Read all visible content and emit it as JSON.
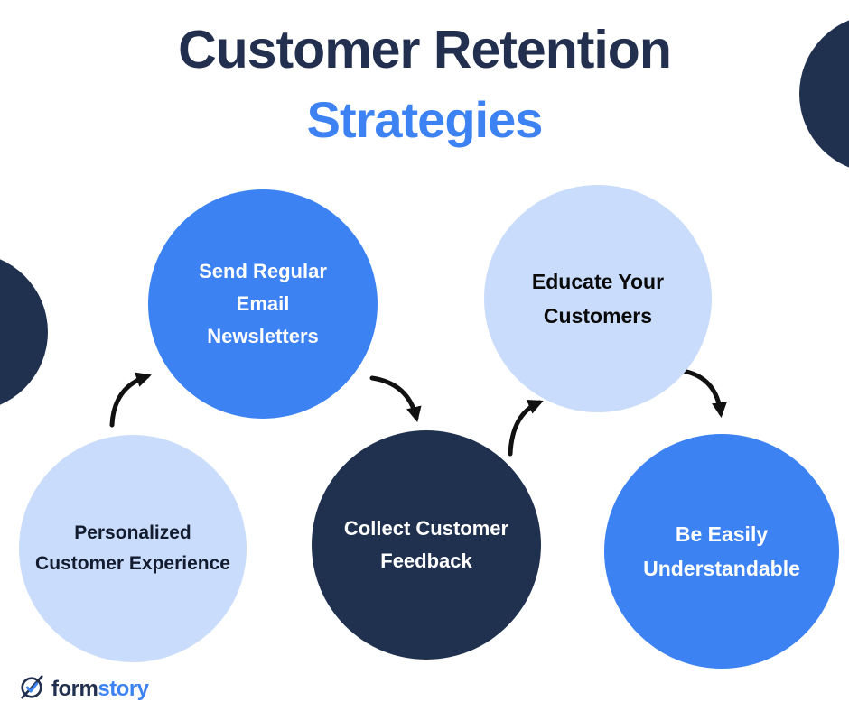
{
  "title": {
    "line1": "Customer Retention",
    "line2": "Strategies"
  },
  "diagram": {
    "type": "process-flow-infographic",
    "nodes": [
      {
        "id": "send-regular-email-newsletters",
        "label": "Send Regular Email Newsletters",
        "lines": [
          "Send Regular",
          "Email",
          "Newsletters"
        ],
        "color": "#3c82f3",
        "text_color": "#ffffff"
      },
      {
        "id": "educate-your-customers",
        "label": "Educate Your Customers",
        "lines": [
          "Educate Your",
          "Customers"
        ],
        "color": "#cadcfb",
        "text_color": "#0a0a0a"
      },
      {
        "id": "personalized-customer-experience",
        "label": "Personalized Customer Experience",
        "lines": [
          "Personalized",
          "Customer Experience"
        ],
        "color": "#cadcfb",
        "text_color": "#131b2e"
      },
      {
        "id": "collect-customer-feedback",
        "label": "Collect Customer Feedback",
        "lines": [
          "Collect Customer",
          "Feedback"
        ],
        "color": "#203150",
        "text_color": "#ffffff"
      },
      {
        "id": "be-easily-understandable",
        "label": "Be Easily Understandable",
        "lines": [
          "Be Easily",
          "Understandable"
        ],
        "color": "#3c82f3",
        "text_color": "#ffffff"
      }
    ],
    "flow_order": [
      "Personalized Customer Experience",
      "Send Regular Email Newsletters",
      "Collect Customer Feedback",
      "Educate Your Customers",
      "Be Easily Understandable"
    ],
    "arrow_color": "#111111"
  },
  "colors": {
    "background": "#ffffff",
    "title_navy": "#232f4e",
    "accent_blue": "#3c82f3",
    "light_blue": "#cadcfb",
    "dark_navy": "#203150"
  },
  "brand": {
    "part1": "form",
    "part2": "story"
  }
}
